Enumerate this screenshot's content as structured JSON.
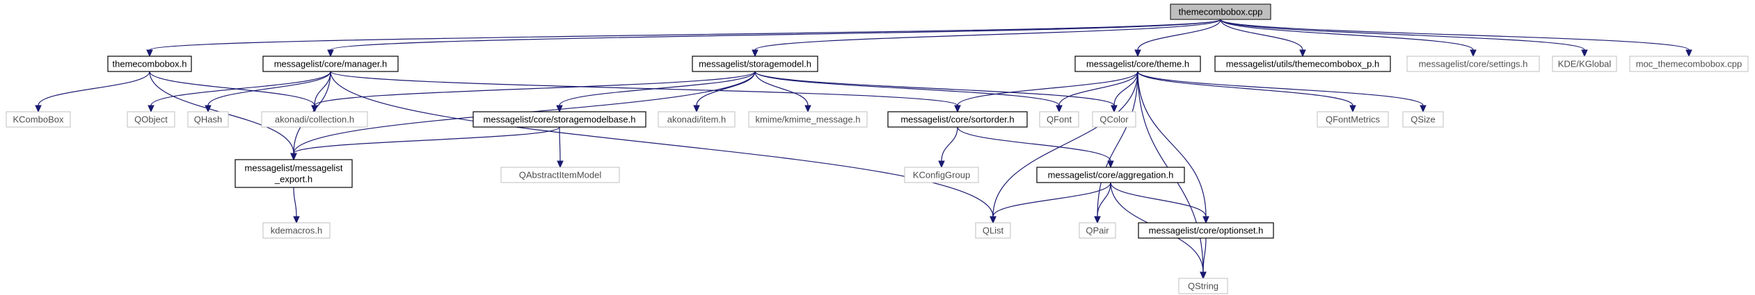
{
  "diagram": {
    "type": "include-dependency-graph",
    "colors": {
      "edge": "#191970",
      "root_fill": "#bfbfbf",
      "doc_border": "#000000",
      "ext_border": "#bfbfbf"
    },
    "nodes": [
      {
        "id": "root",
        "label": "themecombobox.cpp",
        "kind": "root"
      },
      {
        "id": "themecombobox_h",
        "label": "themecombobox.h",
        "kind": "doc"
      },
      {
        "id": "manager_h",
        "label": "messagelist/core/manager.h",
        "kind": "doc"
      },
      {
        "id": "storagemodel_h",
        "label": "messagelist/storagemodel.h",
        "kind": "doc"
      },
      {
        "id": "theme_h",
        "label": "messagelist/core/theme.h",
        "kind": "doc"
      },
      {
        "id": "themecombobox_p_h",
        "label": "messagelist/utils/themecombobox_p.h",
        "kind": "doc"
      },
      {
        "id": "settings_h",
        "label": "messagelist/core/settings.h",
        "kind": "ext"
      },
      {
        "id": "kglobal",
        "label": "KDE/KGlobal",
        "kind": "ext"
      },
      {
        "id": "moc",
        "label": "moc_themecombobox.cpp",
        "kind": "ext"
      },
      {
        "id": "kcombobox",
        "label": "KComboBox",
        "kind": "ext"
      },
      {
        "id": "qobject",
        "label": "QObject",
        "kind": "ext"
      },
      {
        "id": "qhash",
        "label": "QHash",
        "kind": "ext"
      },
      {
        "id": "collection_h",
        "label": "akonadi/collection.h",
        "kind": "ext"
      },
      {
        "id": "storagemodelbase_h",
        "label": "messagelist/core/storagemodelbase.h",
        "kind": "doc"
      },
      {
        "id": "item_h",
        "label": "akonadi/item.h",
        "kind": "ext"
      },
      {
        "id": "kmime_h",
        "label": "kmime/kmime_message.h",
        "kind": "ext"
      },
      {
        "id": "sortorder_h",
        "label": "messagelist/core/sortorder.h",
        "kind": "doc"
      },
      {
        "id": "qfont",
        "label": "QFont",
        "kind": "ext"
      },
      {
        "id": "qcolor",
        "label": "QColor",
        "kind": "ext"
      },
      {
        "id": "qfontmetrics",
        "label": "QFontMetrics",
        "kind": "ext"
      },
      {
        "id": "qsize",
        "label": "QSize",
        "kind": "ext"
      },
      {
        "id": "export_h",
        "label": "messagelist/messagelist\n_export.h",
        "kind": "doc"
      },
      {
        "id": "qabstractitemmodel",
        "label": "QAbstractItemModel",
        "kind": "ext"
      },
      {
        "id": "kconfiggroup",
        "label": "KConfigGroup",
        "kind": "ext"
      },
      {
        "id": "aggregation_h",
        "label": "messagelist/core/aggregation.h",
        "kind": "doc"
      },
      {
        "id": "kdemacros_h",
        "label": "kdemacros.h",
        "kind": "ext"
      },
      {
        "id": "qlist",
        "label": "QList",
        "kind": "ext"
      },
      {
        "id": "qpair",
        "label": "QPair",
        "kind": "ext"
      },
      {
        "id": "optionset_h",
        "label": "messagelist/core/optionset.h",
        "kind": "doc"
      },
      {
        "id": "qstring",
        "label": "QString",
        "kind": "ext"
      }
    ],
    "edges": [
      [
        "root",
        "themecombobox_h"
      ],
      [
        "root",
        "manager_h"
      ],
      [
        "root",
        "storagemodel_h"
      ],
      [
        "root",
        "theme_h"
      ],
      [
        "root",
        "themecombobox_p_h"
      ],
      [
        "root",
        "settings_h"
      ],
      [
        "root",
        "kglobal"
      ],
      [
        "root",
        "moc"
      ],
      [
        "themecombobox_h",
        "kcombobox"
      ],
      [
        "themecombobox_h",
        "collection_h"
      ],
      [
        "themecombobox_h",
        "export_h"
      ],
      [
        "manager_h",
        "qobject"
      ],
      [
        "manager_h",
        "qhash"
      ],
      [
        "manager_h",
        "collection_h"
      ],
      [
        "manager_h",
        "export_h"
      ],
      [
        "manager_h",
        "qlist"
      ],
      [
        "manager_h",
        "sortorder_h"
      ],
      [
        "storagemodel_h",
        "collection_h"
      ],
      [
        "storagemodel_h",
        "storagemodelbase_h"
      ],
      [
        "storagemodel_h",
        "item_h"
      ],
      [
        "storagemodel_h",
        "kmime_h"
      ],
      [
        "storagemodel_h",
        "qfont"
      ],
      [
        "storagemodel_h",
        "qcolor"
      ],
      [
        "storagemodel_h",
        "export_h"
      ],
      [
        "storagemodelbase_h",
        "qabstractitemmodel"
      ],
      [
        "storagemodelbase_h",
        "export_h"
      ],
      [
        "export_h",
        "kdemacros_h"
      ],
      [
        "theme_h",
        "sortorder_h"
      ],
      [
        "theme_h",
        "qfont"
      ],
      [
        "theme_h",
        "qcolor"
      ],
      [
        "theme_h",
        "qfontmetrics"
      ],
      [
        "theme_h",
        "qsize"
      ],
      [
        "theme_h",
        "qlist"
      ],
      [
        "theme_h",
        "qpair"
      ],
      [
        "theme_h",
        "optionset_h"
      ],
      [
        "theme_h",
        "qstring"
      ],
      [
        "sortorder_h",
        "kconfiggroup"
      ],
      [
        "sortorder_h",
        "aggregation_h"
      ],
      [
        "aggregation_h",
        "qlist"
      ],
      [
        "aggregation_h",
        "qpair"
      ],
      [
        "aggregation_h",
        "optionset_h"
      ],
      [
        "aggregation_h",
        "qstring"
      ],
      [
        "optionset_h",
        "qstring"
      ]
    ]
  }
}
